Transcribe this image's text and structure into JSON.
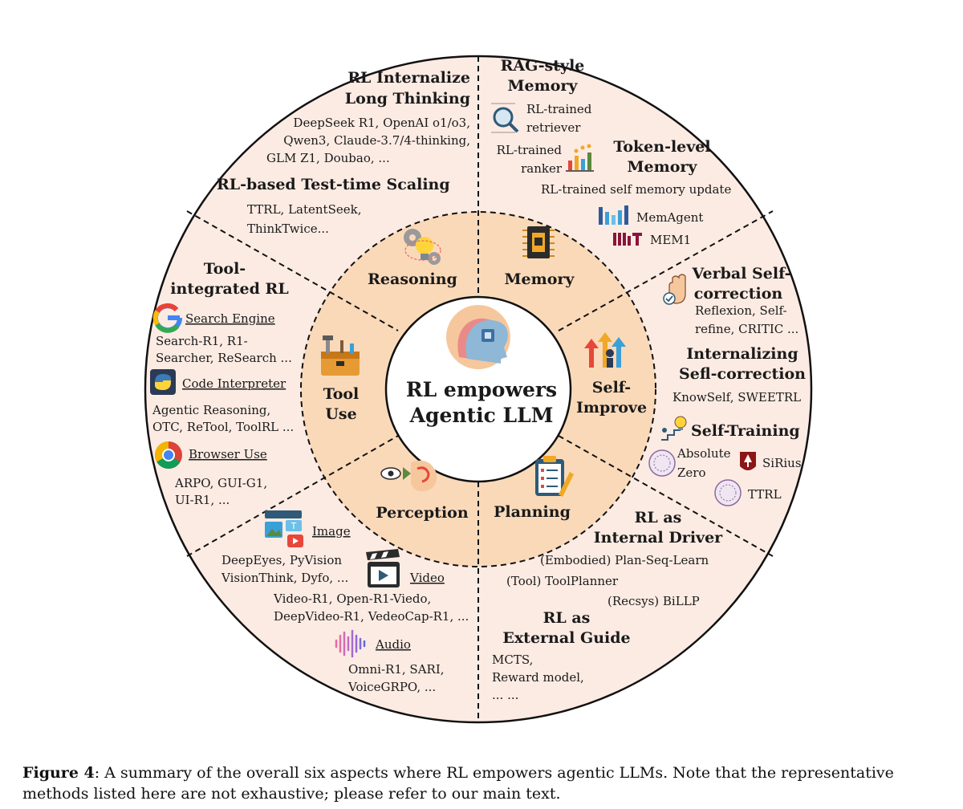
{
  "center": {
    "line1": "RL empowers",
    "line2": "Agentic LLM"
  },
  "sectors": {
    "reasoning": "Reasoning",
    "memory": "Memory",
    "self_improve": [
      "Self-",
      "Improve"
    ],
    "planning": "Planning",
    "perception": "Perception",
    "tool_use": [
      "Tool",
      "Use"
    ]
  },
  "reasoning": {
    "internalize_title": [
      "RL Internalize",
      "Long Thinking"
    ],
    "internalize_items": [
      "DeepSeek R1, OpenAI o1/o3,",
      "Qwen3, Claude-3.7/4-thinking,",
      "GLM Z1, Doubao, ..."
    ],
    "scaling_title": "RL-based Test-time Scaling",
    "scaling_items": [
      "TTRL, LatentSeek,",
      "ThinkTwice..."
    ]
  },
  "memory": {
    "rag_title": [
      "RAG-style",
      "Memory"
    ],
    "retriever": [
      "RL-trained",
      "retriever"
    ],
    "ranker": [
      "RL-trained",
      "ranker"
    ],
    "token_title": [
      "Token-level",
      "Memory"
    ],
    "token_item": "RL-trained self memory update",
    "memagent": "MemAgent",
    "mem1": "MEM1",
    "mit_logo": "MIT"
  },
  "self_improve": {
    "verbal_title": [
      "Verbal Self-",
      "correction"
    ],
    "verbal_items": [
      "Reflexion, Self-",
      "refine, CRITIC ..."
    ],
    "internal_title": [
      "Internalizing",
      "Sefl-correction"
    ],
    "internal_items": "KnowSelf, SWEETRL",
    "training_title": "Self-Training",
    "absolute_zero": [
      "Absolute",
      "Zero"
    ],
    "sirius": "SiRius",
    "ttrl": "TTRL"
  },
  "planning": {
    "driver_title": [
      "RL as",
      "Internal Driver"
    ],
    "driver_items": [
      "(Embodied) Plan-Seq-Learn",
      "(Tool) ToolPlanner",
      "(Recsys) BiLLP"
    ],
    "guide_title": [
      "RL as",
      "External Guide"
    ],
    "guide_items": [
      "MCTS,",
      "Reward model,",
      "... ..."
    ]
  },
  "perception": {
    "image_label": "Image",
    "image_items": [
      "DeepEyes, PyVision",
      "VisionThink, Dyfo, ..."
    ],
    "video_label": "Video",
    "video_items": [
      "Video-R1, Open-R1-Viedo,",
      "DeepVideo-R1, VedeoCap-R1, ..."
    ],
    "audio_label": "Audio",
    "audio_items": [
      "Omni-R1, SARI,",
      "VoiceGRPO, ..."
    ]
  },
  "tool_use": {
    "title": [
      "Tool-",
      "integrated RL"
    ],
    "search_label": "Search Engine",
    "search_items": [
      "Search-R1, R1-",
      "Searcher, ReSearch ..."
    ],
    "code_label": "Code Interpreter",
    "code_items": [
      "Agentic Reasoning,",
      "OTC, ReTool, ToolRL ..."
    ],
    "browser_label": "Browser Use",
    "browser_items": [
      "ARPO, GUI-G1,",
      "UI-R1, ..."
    ]
  },
  "caption": {
    "label": "Figure 4",
    "text": ": A summary of the overall six aspects where RL empowers agentic LLMs. Note that the representative methods listed here are not exhaustive; please refer to our main text."
  },
  "colors": {
    "outer_ring": "#fcebe3",
    "middle_ring": "#fad9b9",
    "center": "#ffffff",
    "border": "#111111"
  },
  "icons": [
    "gear-bulb-icon",
    "memory-chip-icon",
    "growth-arrows-icon",
    "checklist-icon",
    "eye-ear-icon",
    "toolbox-icon",
    "brain-head-icon",
    "google-icon",
    "python-icon",
    "chrome-icon",
    "image-app-icon",
    "video-clapper-icon",
    "audio-wave-icon",
    "magnifier-icon",
    "bar-chart-icon",
    "hand-check-icon",
    "lightbulb-stairs-icon",
    "seal-icon",
    "stanford-icon",
    "memagent-icon",
    "mit-logo-icon"
  ]
}
